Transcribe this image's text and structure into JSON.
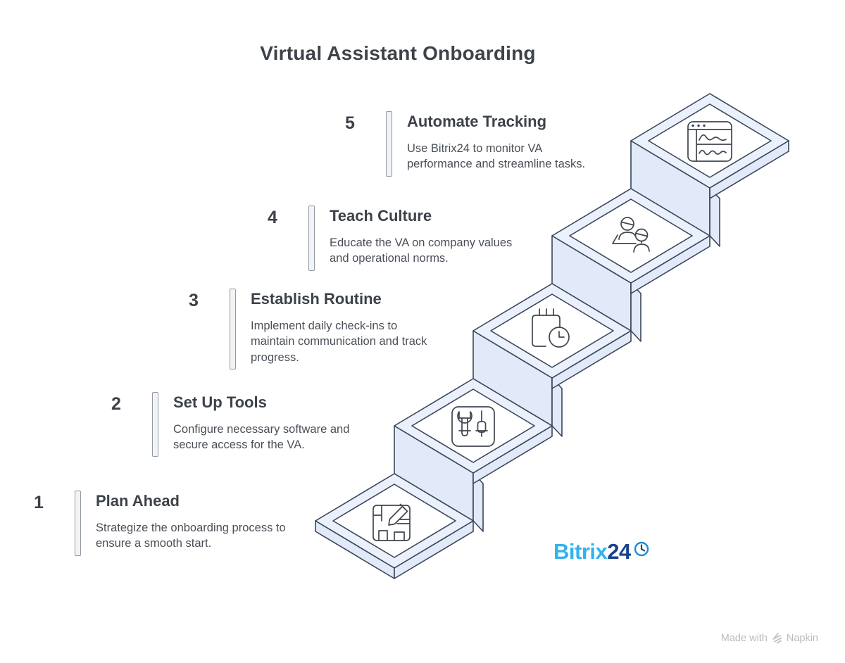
{
  "title": "Virtual Assistant Onboarding",
  "steps": [
    {
      "number": "1",
      "heading": "Plan Ahead",
      "description": "Strategize the onboarding process to ensure a smooth start.",
      "icon": "plan-pencil-icon"
    },
    {
      "number": "2",
      "heading": "Set Up Tools",
      "description": "Configure necessary software and secure access for the VA.",
      "icon": "wrench-screwdriver-icon"
    },
    {
      "number": "3",
      "heading": "Establish Routine",
      "description": "Implement daily check-ins to maintain communication and track progress.",
      "icon": "calendar-clock-icon"
    },
    {
      "number": "4",
      "heading": "Teach Culture",
      "description": "Educate the VA on company values and operational norms.",
      "icon": "people-mentoring-icon"
    },
    {
      "number": "5",
      "heading": "Automate Tracking",
      "description": "Use Bitrix24 to monitor VA performance and streamline tasks.",
      "icon": "dashboard-charts-icon"
    }
  ],
  "brand": {
    "name_primary": "Bitrix",
    "name_secondary": "24",
    "logo_icon": "clock-icon"
  },
  "watermark": {
    "prefix": "Made with",
    "logo_icon": "napkin-logo-icon",
    "suffix": "Napkin"
  },
  "colors": {
    "tile_top": "#eaf0fc",
    "tile_side": "#e2eaf9",
    "tile_inner": "#ffffff",
    "tile_stroke": "#3a4558",
    "icon_stroke": "#3f4550",
    "heading_text": "#3d4249",
    "body_text": "#4a4f57",
    "number_text": "#3c4148",
    "bitrix_blue": "#2fb3ef",
    "bitrix_navy": "#17418e",
    "watermark_gray": "#b9bcc0"
  }
}
